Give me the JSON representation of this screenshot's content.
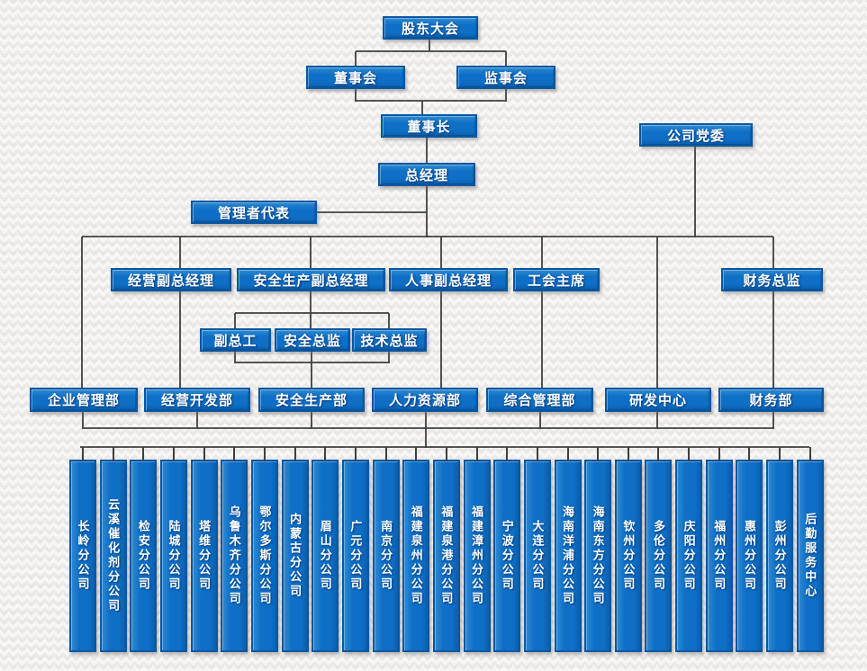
{
  "colors": {
    "node_fill": "#0f6fc6",
    "node_fill_highlight": "#2e8ad2",
    "node_fill_shadow": "#0a5fae",
    "node_border": "#0a57a0",
    "node_text": "#ffffff",
    "connector": "#3f3f3f",
    "background": "#f2f1ef"
  },
  "nodes": {
    "shareholders_meeting": "股东大会",
    "board_of_directors": "董事会",
    "supervisory_board": "监事会",
    "chairman": "董事长",
    "party_committee": "公司党委",
    "general_manager": "总经理",
    "management_representative": "管理者代表",
    "vp_operations": "经营副总经理",
    "vp_safety_production": "安全生产副总经理",
    "vp_hr": "人事副总经理",
    "union_chairman": "工会主席",
    "financial_director": "财务总监",
    "deputy_chief_engineer": "副总工",
    "safety_director": "安全总监",
    "technology_director": "技术总监",
    "dept_enterprise_management": "企业管理部",
    "dept_business_development": "经营开发部",
    "dept_safety_production": "安全生产部",
    "dept_human_resources": "人力资源部",
    "dept_general_management": "综合管理部",
    "rd_center": "研发中心",
    "dept_finance": "财务部"
  },
  "branches": [
    "长岭分公司",
    "云溪催化剂分公司",
    "检安分公司",
    "陆城分公司",
    "塔维分公司",
    "乌鲁木齐分公司",
    "鄂尔多斯分公司",
    "内蒙古分公司",
    "眉山分公司",
    "广元分公司",
    "南京分公司",
    "福建泉州分公司",
    "福建泉港分公司",
    "福建漳州分公司",
    "宁波分公司",
    "大连分公司",
    "海南洋浦分公司",
    "海南东方分公司",
    "钦州分公司",
    "多伦分公司",
    "庆阳分公司",
    "福州分公司",
    "惠州分公司",
    "彭州分公司",
    "后勤服务中心"
  ]
}
